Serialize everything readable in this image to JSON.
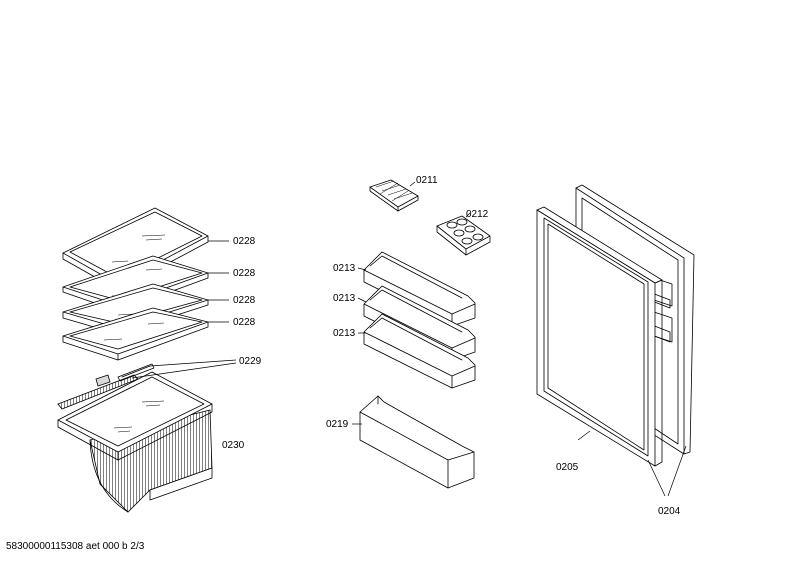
{
  "diagram": {
    "callouts": {
      "tray_ice": "0211",
      "tray_egg": "0212",
      "shelf_1": "0228",
      "shelf_2": "0228",
      "shelf_3": "0228",
      "shelf_4": "0228",
      "shelf_support": "0229",
      "crisper": "0230",
      "door_shelf_1": "0213",
      "door_shelf_2": "0213",
      "door_shelf_3": "0213",
      "door_bottle_rack": "0219",
      "door_seal": "0205",
      "door_panel": "0204"
    }
  },
  "footer": {
    "text": "58300000115308 aet 000 b 2/3"
  }
}
